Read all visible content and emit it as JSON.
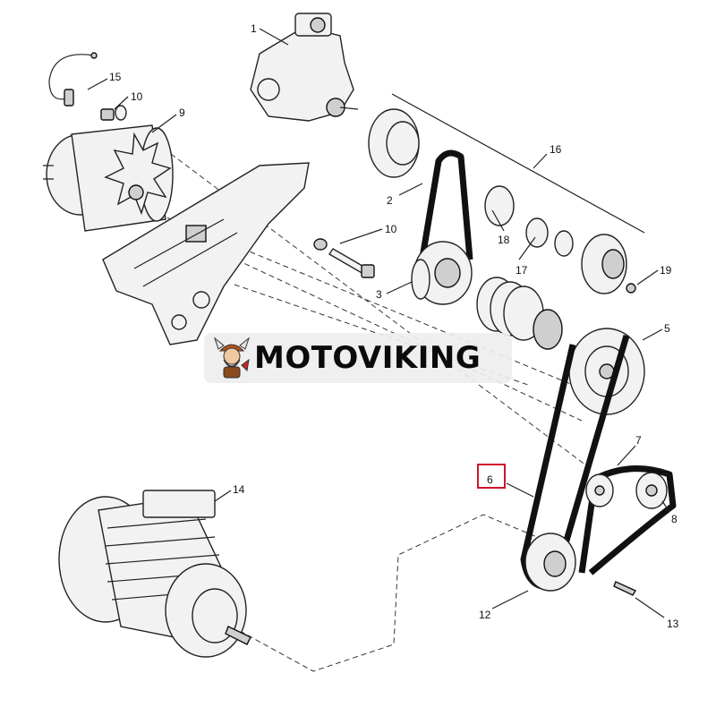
{
  "diagram": {
    "part_labels": [
      "1",
      "2",
      "3",
      "5",
      "6",
      "7",
      "8",
      "9",
      "10",
      "10",
      "12",
      "13",
      "14",
      "15",
      "16",
      "17",
      "18",
      "19"
    ],
    "highlighted_label": "6"
  },
  "watermark": {
    "brand_text": "MOTOVIKING",
    "logo_icon": "viking-mascot-icon"
  },
  "colors": {
    "highlight": "#d0142c",
    "ink": "#111111",
    "watermark_bg": "#eeeeee"
  }
}
